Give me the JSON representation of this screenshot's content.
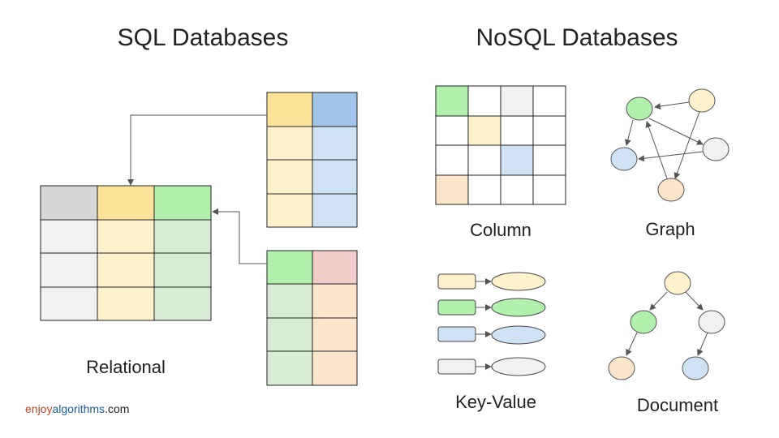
{
  "headings": {
    "sql": "SQL Databases",
    "nosql": "NoSQL Databases"
  },
  "labels": {
    "relational": "Relational",
    "column": "Column",
    "graph": "Graph",
    "key_value": "Key-Value",
    "document": "Document"
  },
  "brand": {
    "part1": "enjoy",
    "part2": "algorithms",
    "part3": ".com"
  },
  "colors": {
    "grey_dark": "#d6d6d6",
    "grey_light": "#f1f1f1",
    "yellow_dark": "#fde39a",
    "yellow_light": "#fff2cc",
    "green_dark": "#b2f0ae",
    "green_light": "#d8ebd4",
    "blue_dark": "#a0c3e7",
    "blue_light": "#cfe2f3",
    "red_light": "#f3cccc",
    "orange_light": "#fce5cd",
    "white": "#ffffff",
    "line": "#555555"
  }
}
